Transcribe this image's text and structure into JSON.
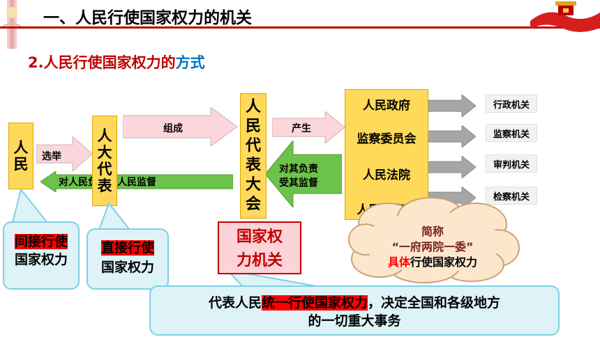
{
  "header": {
    "title": "一、人民行使国家权力的机关"
  },
  "subtitle": {
    "prefix": "2.人民行使国家权力的",
    "highlight": "方式"
  },
  "nodes": {
    "people_chars": [
      "人",
      "民"
    ],
    "npc_local_chars": [
      "人",
      "大",
      "代",
      "表"
    ],
    "congress_chars": [
      "人",
      "民",
      "代",
      "表",
      "大",
      "会"
    ],
    "government_bodies": [
      "人民政府",
      "监察委员会",
      "人民法院",
      "人民检察院"
    ],
    "agencies": [
      "行政机关",
      "监察机关",
      "审判机关",
      "检察机关"
    ]
  },
  "arrows": {
    "elect": "选举",
    "compose": "组成",
    "produce": "产生",
    "responsible_line1": "对其负责",
    "responsible_line2": "受其监督",
    "back": "对人民负责受人民监督"
  },
  "callouts": {
    "indirect_highlight": "间接行使",
    "indirect_rest": "国家权力",
    "direct_highlight": "直接行使",
    "direct_rest": "国家权力",
    "organ_line1": "国家权",
    "organ_line2": "力机关",
    "bottom_prefix": "代表人民",
    "bottom_highlight": "统一行使国家权力",
    "bottom_suffix": "，决定全国和各级地方",
    "bottom_line2": "的一切重大事务",
    "cloud_line1": "简称",
    "cloud_line2": "“一府两院一委”",
    "cloud_line3_red": "具体",
    "cloud_line3_rest": "行使国家权力"
  }
}
